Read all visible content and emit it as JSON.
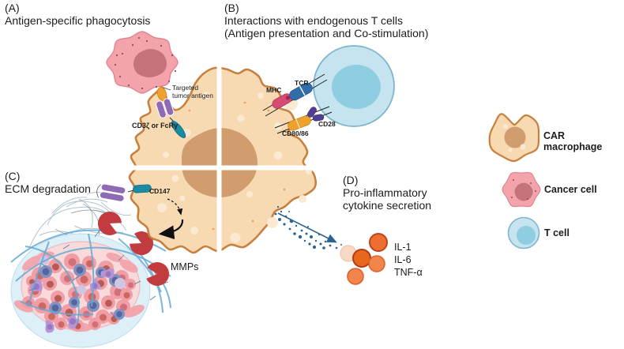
{
  "figure": {
    "panel_a": {
      "tag": "(A)",
      "title": "Antigen-specific phagocytosis",
      "antigen_label": "Targeted\ntumor antigen",
      "car_domain_label": "CD3ζ or FcRγ"
    },
    "panel_b": {
      "tag": "(B)",
      "title": "Interactions with endogenous T cells\n(Antigen presentation and Co-stimulation)",
      "mhc": "MHC",
      "tcr": "TCR",
      "cd80": "CD80/86",
      "cd28": "CD28"
    },
    "panel_c": {
      "tag": "(C)",
      "title": "ECM degradation",
      "cd147": "CD147",
      "mmps": "MMPs"
    },
    "panel_d": {
      "tag": "(D)",
      "title": "Pro-inflammatory\ncytokine secretion",
      "cytokines": [
        "IL-1",
        "IL-6",
        "TNF-α"
      ]
    },
    "legend": {
      "items": [
        {
          "label": "CAR macrophage"
        },
        {
          "label": "Cancer cell"
        },
        {
          "label": "T cell"
        }
      ]
    },
    "colors": {
      "macrophage_fill": "#f7d9b2",
      "macrophage_border": "#c8803f",
      "macrophage_nucleus": "#d29d6e",
      "cancer_fill": "#f2a3ab",
      "cancer_border": "#e2858f",
      "cancer_nucleus": "#c4737b",
      "tcell_fill": "#c5e4ef",
      "tcell_border": "#7fb6cb",
      "tcell_nucleus": "#8fcde0",
      "mmp_red": "#c23b3f",
      "cytokine_orange": "#ed6f2f",
      "cytokine_pale": "#f8d9c6",
      "receptor_teal": "#1b8ba3",
      "receptor_purple": "#8f6bb5",
      "mhc_pink": "#d64a73",
      "tcr_blue": "#2f6ea8",
      "cd80_orange": "#eda22e",
      "cd28_purple": "#50408f",
      "arrow_blue": "#2d6390",
      "ecm_blue": "#63a9d3",
      "tumor_outer": "#def0f7",
      "tumor_inner": "#f9dadb"
    }
  }
}
